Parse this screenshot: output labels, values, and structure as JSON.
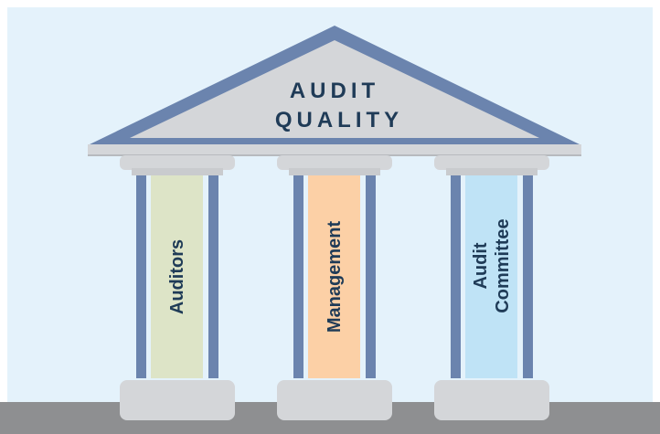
{
  "roof": {
    "title_line1": "AUDIT",
    "title_line2": "QUALITY"
  },
  "pillars": [
    {
      "label_lines": [
        "Auditors"
      ],
      "color": "#dde4c7"
    },
    {
      "label_lines": [
        "Management"
      ],
      "color": "#fcd0a6"
    },
    {
      "label_lines": [
        "Audit",
        "Committee"
      ],
      "color": "#bfe3f6"
    }
  ],
  "colors": {
    "background": "#e4f2fb",
    "roof_outline": "#6b84ae",
    "roof_fill": "#d4d6d9",
    "stone": "#d4d6d9",
    "stone_edge": "#b7babe",
    "pillar_bars": "#6b84ae",
    "ground": "#8e8f91",
    "text": "#1f3b57"
  }
}
